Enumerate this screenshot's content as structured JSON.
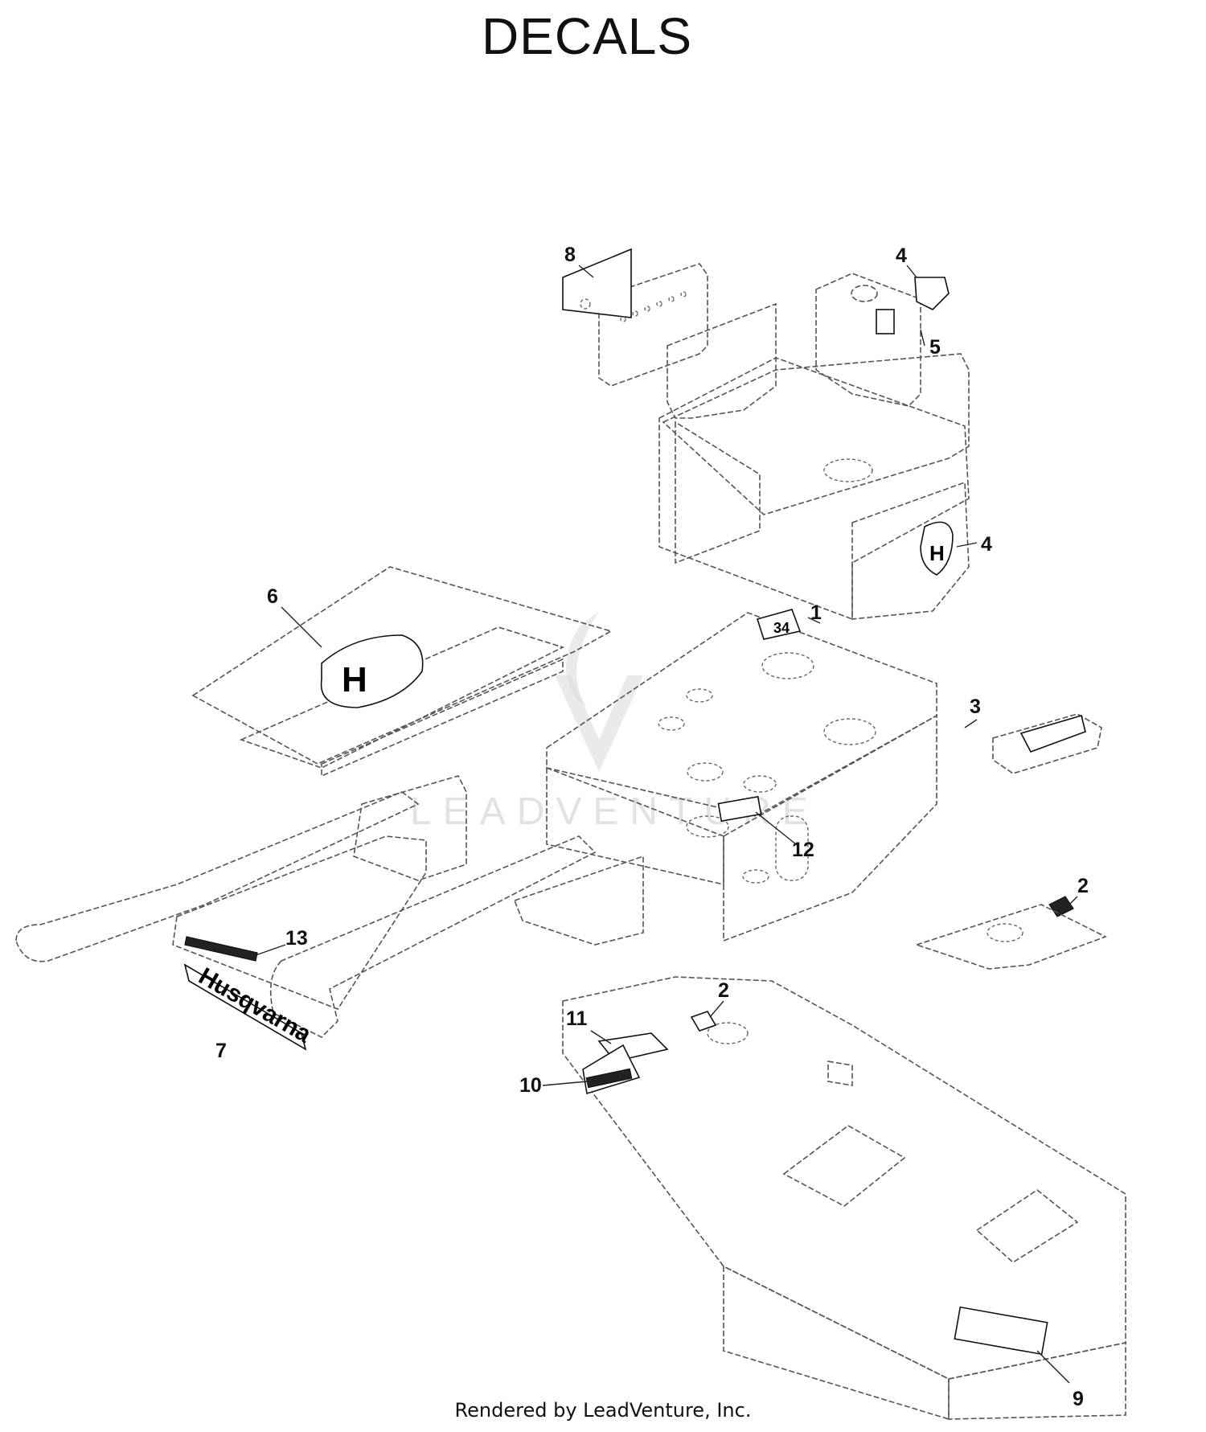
{
  "title": "DECALS",
  "footer": "Rendered by LeadVenture, Inc.",
  "watermark": "LEADVENTURE",
  "callouts": [
    {
      "id": "c1",
      "label": "1"
    },
    {
      "id": "c2a",
      "label": "2"
    },
    {
      "id": "c2b",
      "label": "2"
    },
    {
      "id": "c3",
      "label": "3"
    },
    {
      "id": "c4a",
      "label": "4"
    },
    {
      "id": "c4b",
      "label": "4"
    },
    {
      "id": "c5",
      "label": "5"
    },
    {
      "id": "c6",
      "label": "6"
    },
    {
      "id": "c7",
      "label": "7"
    },
    {
      "id": "c8",
      "label": "8"
    },
    {
      "id": "c9",
      "label": "9"
    },
    {
      "id": "c10",
      "label": "10"
    },
    {
      "id": "c11",
      "label": "11"
    },
    {
      "id": "c12",
      "label": "12"
    },
    {
      "id": "c13",
      "label": "13"
    }
  ],
  "decal_text": {
    "brand": "Husqvarna",
    "deck_size": "34"
  },
  "colors": {
    "line": "#555555",
    "ink": "#111111",
    "watermark": "#d8d8d8"
  }
}
